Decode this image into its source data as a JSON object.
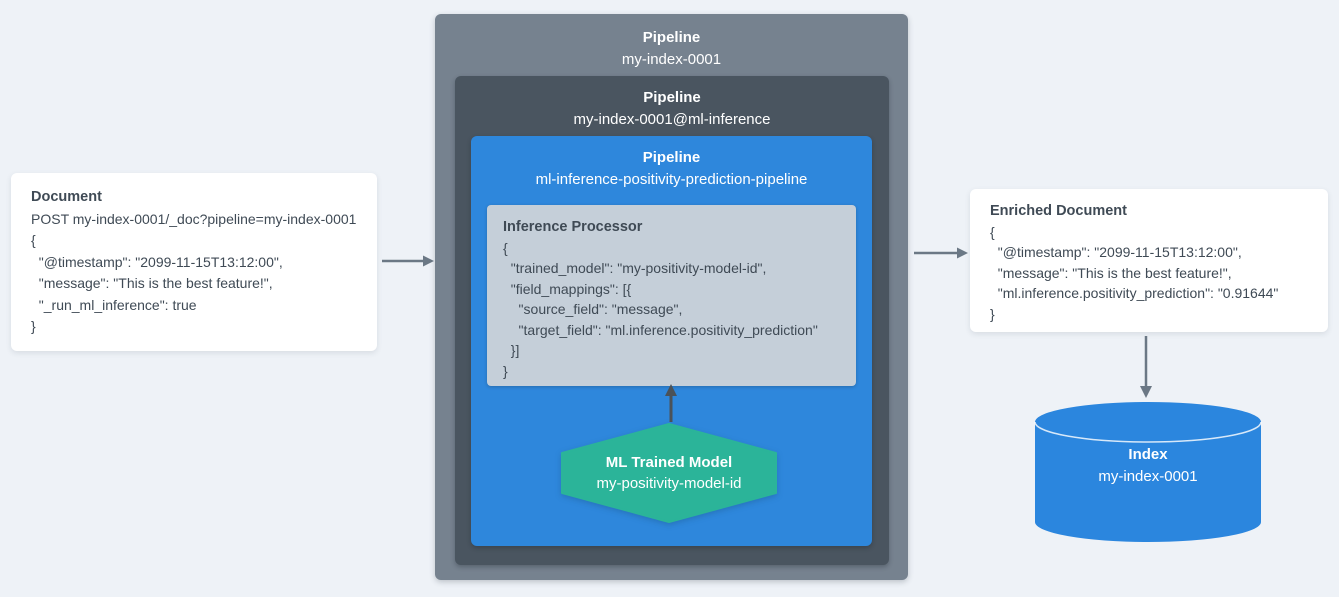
{
  "palette": {
    "background": "#eef2f7",
    "card_bg": "#ffffff",
    "card_text": "#3f4a55",
    "outer_pipeline_bg": "#76828f",
    "mid_pipeline_bg": "#4a5560",
    "inner_pipeline_bg": "#2e87dc",
    "processor_bg": "#c5cfd9",
    "hexagon_bg": "#2bb499",
    "cylinder_bg": "#2b86de",
    "arrow_gray": "#6b7885",
    "arrow_dark": "#4b5258",
    "box_text": "#ffffff"
  },
  "document_card": {
    "title": "Document",
    "lines": [
      "POST my-index-0001/_doc?pipeline=my-index-0001",
      "{",
      "  \"@timestamp\": \"2099-11-15T13:12:00\",",
      "  \"message\": \"This is the best feature!\",",
      "  \"_run_ml_inference\": true",
      "}"
    ]
  },
  "outer_pipeline": {
    "title": "Pipeline",
    "name": "my-index-0001"
  },
  "mid_pipeline": {
    "title": "Pipeline",
    "name": "my-index-0001@ml-inference"
  },
  "inner_pipeline": {
    "title": "Pipeline",
    "name": "ml-inference-positivity-prediction-pipeline"
  },
  "inference_processor": {
    "title": "Inference Processor",
    "lines": [
      "{",
      "  \"trained_model\": \"my-positivity-model-id\",",
      "  \"field_mappings\": [{",
      "    \"source_field\": \"message\",",
      "    \"target_field\": \"ml.inference.positivity_prediction\"",
      "  }]",
      "}"
    ]
  },
  "ml_model": {
    "title": "ML Trained Model",
    "name": "my-positivity-model-id"
  },
  "enriched_card": {
    "title": "Enriched Document",
    "lines": [
      "{",
      "  \"@timestamp\": \"2099-11-15T13:12:00\",",
      "  \"message\": \"This is the best feature!\",",
      "  \"ml.inference.positivity_prediction\": \"0.91644\"",
      "}"
    ]
  },
  "index_cylinder": {
    "title": "Index",
    "name": "my-index-0001"
  }
}
